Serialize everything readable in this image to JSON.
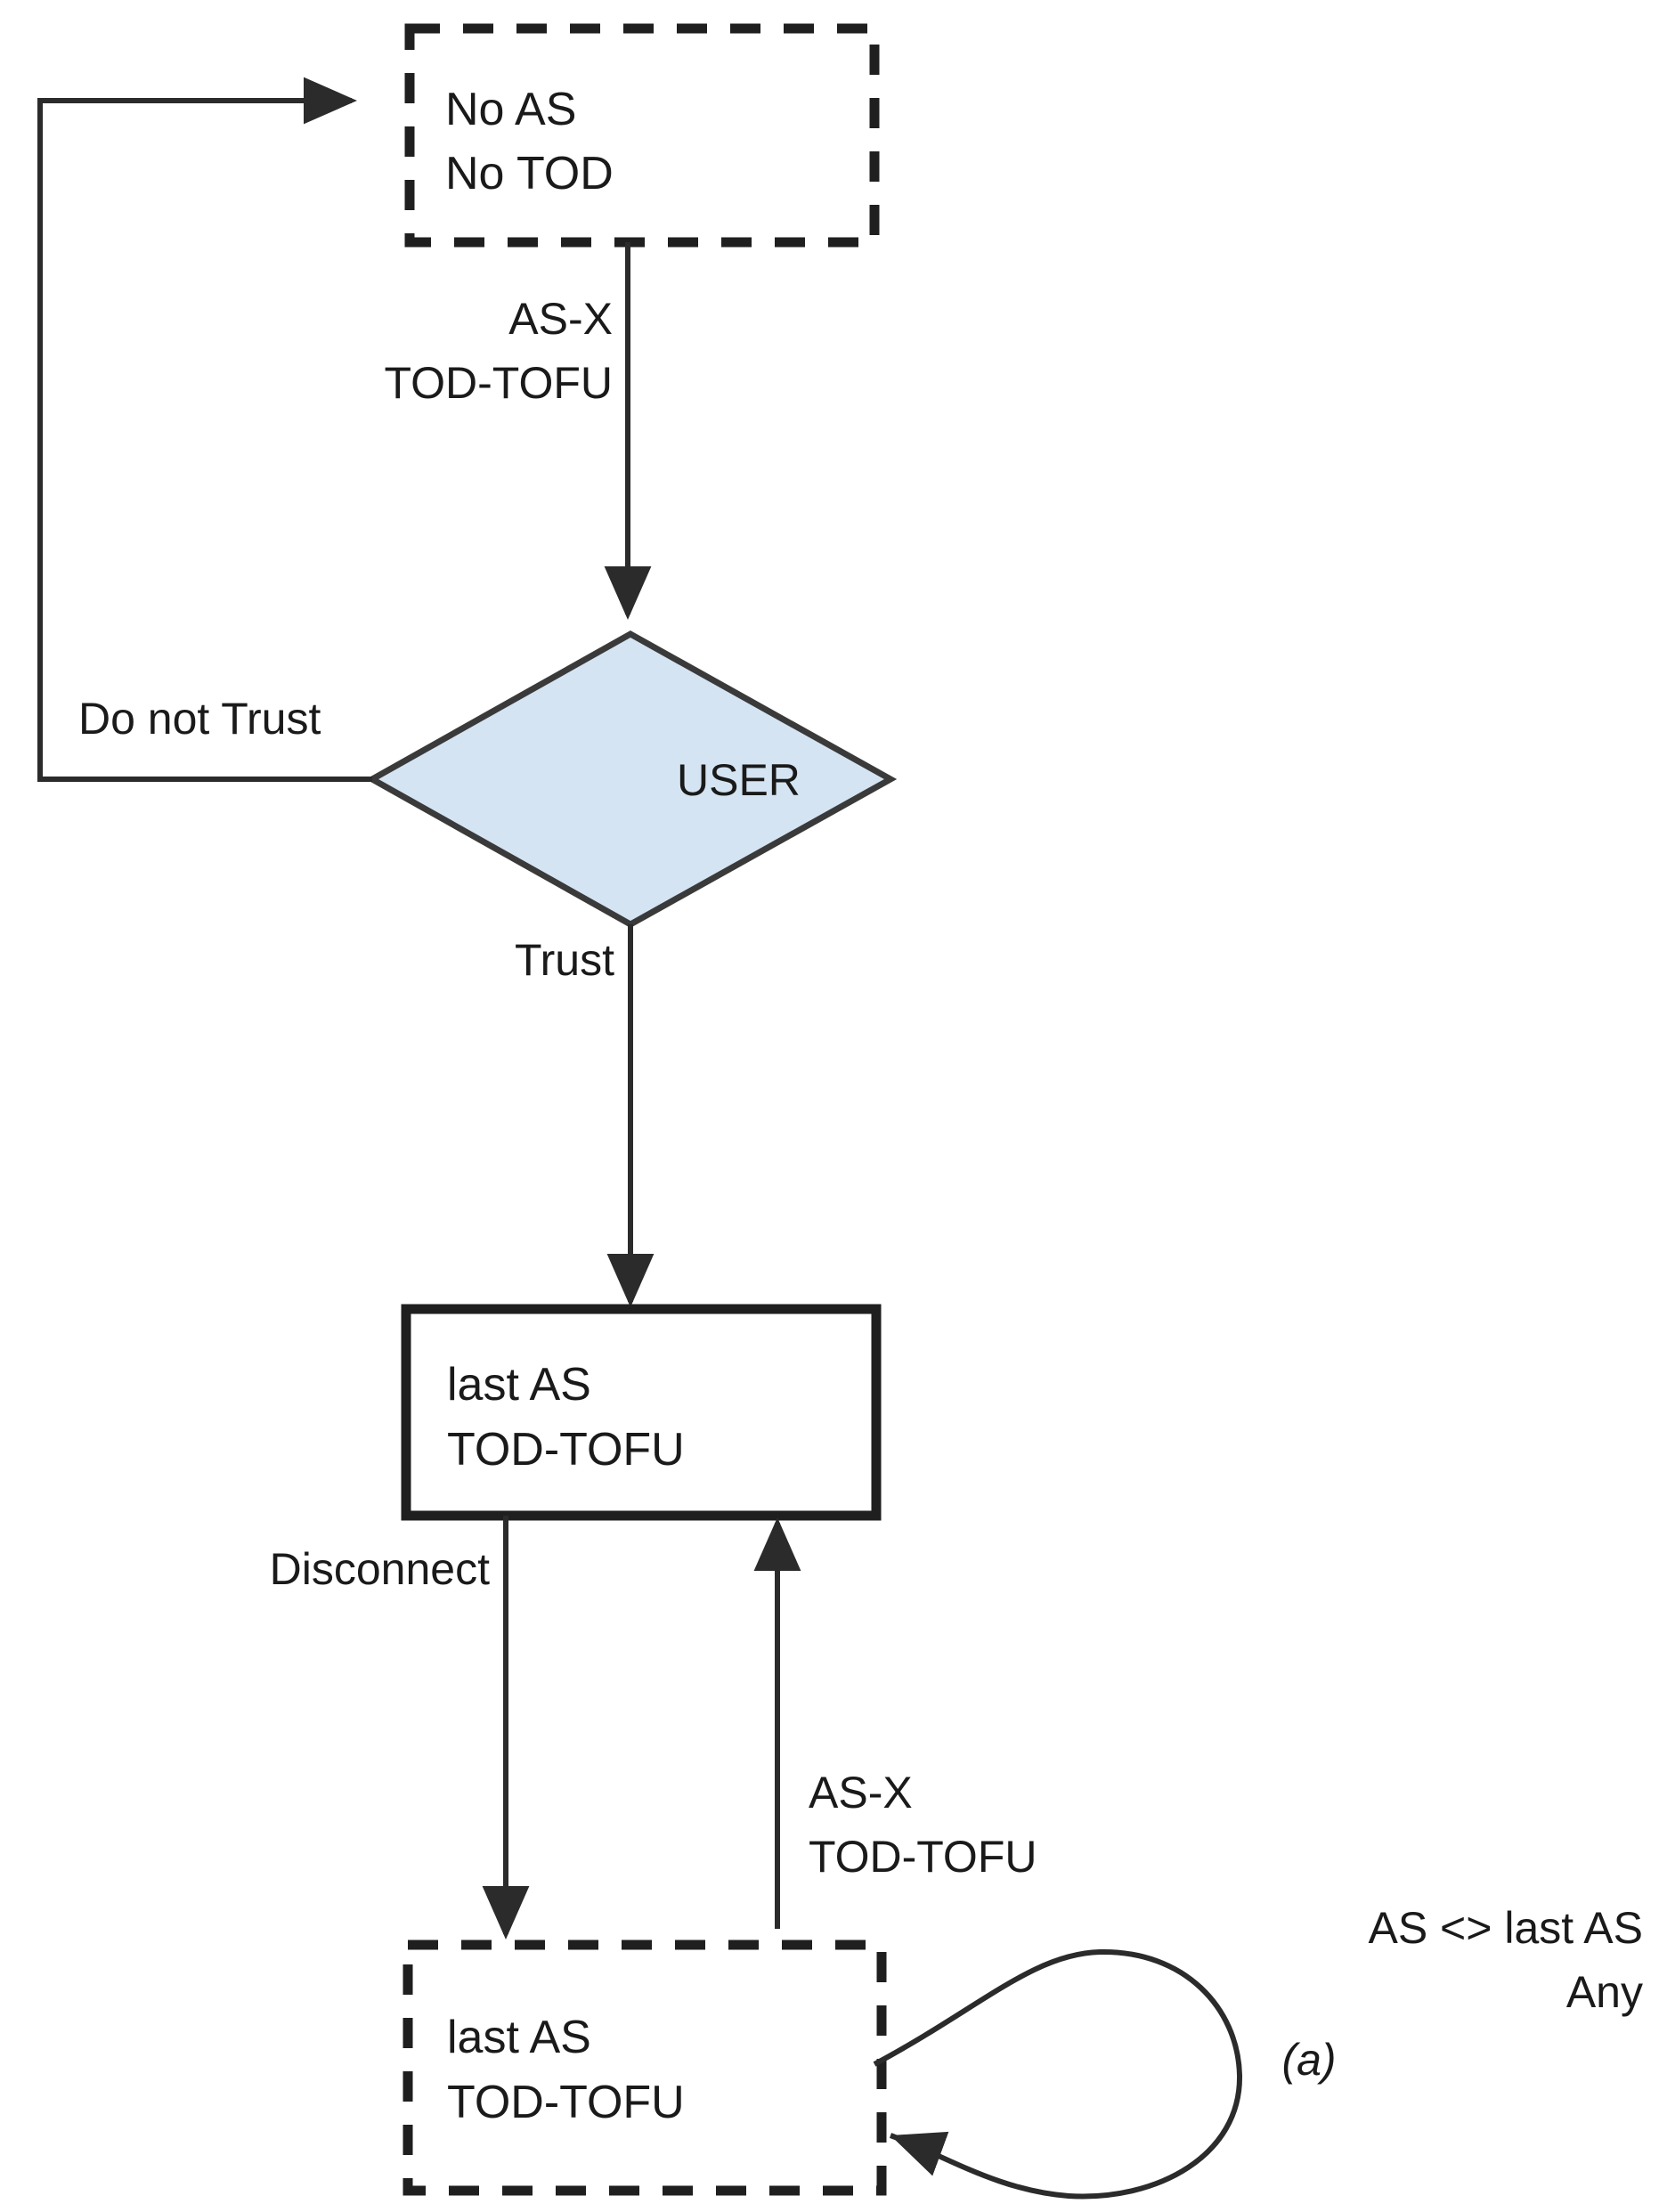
{
  "diagram": {
    "title": "AS / TOD trust state machine",
    "colors": {
      "stroke": "#2b2b2b",
      "decision_fill": "#d4e4f2",
      "decision_stroke": "#3a3a3a",
      "text": "#1a1a1a",
      "background": "#ffffff"
    },
    "nodes": [
      {
        "id": "no-as-no-tod",
        "shape": "dashed-rect",
        "lines": [
          "No AS",
          "No TOD"
        ]
      },
      {
        "id": "user-decision",
        "shape": "diamond",
        "lines": [
          "USER"
        ]
      },
      {
        "id": "last-as-tod-tofu-solid",
        "shape": "solid-rect",
        "lines": [
          "last AS",
          "TOD-TOFU"
        ]
      },
      {
        "id": "last-as-tod-tofu-dashed",
        "shape": "dashed-rect",
        "lines": [
          "last AS",
          "TOD-TOFU"
        ]
      }
    ],
    "edges": [
      {
        "id": "edge-start-to-user",
        "from": "no-as-no-tod",
        "to": "user-decision",
        "lines": [
          "AS-X",
          "TOD-TOFU"
        ]
      },
      {
        "id": "edge-user-do-not-trust",
        "from": "user-decision",
        "to": "no-as-no-tod",
        "lines": [
          "Do not Trust"
        ]
      },
      {
        "id": "edge-user-trust",
        "from": "user-decision",
        "to": "last-as-tod-tofu-solid",
        "lines": [
          "Trust"
        ]
      },
      {
        "id": "edge-disconnect",
        "from": "last-as-tod-tofu-solid",
        "to": "last-as-tod-tofu-dashed",
        "lines": [
          "Disconnect"
        ]
      },
      {
        "id": "edge-reconnect",
        "from": "last-as-tod-tofu-dashed",
        "to": "last-as-tod-tofu-solid",
        "lines": [
          "AS-X",
          "TOD-TOFU"
        ]
      },
      {
        "id": "edge-self-loop",
        "from": "last-as-tod-tofu-dashed",
        "to": "last-as-tod-tofu-dashed",
        "lines": [
          "AS <> last AS",
          "Any"
        ],
        "marker": "(a)"
      }
    ]
  },
  "labels": {
    "node1_line1": "No AS",
    "node1_line2": "No TOD",
    "node2_line1": "USER",
    "node3_line1": "last AS",
    "node3_line2": "TOD-TOFU",
    "node4_line1": "last AS",
    "node4_line2": "TOD-TOFU",
    "edge_asx_top": "AS-X",
    "edge_todtofu_top": "TOD-TOFU",
    "edge_do_not_trust": "Do not Trust",
    "edge_trust": "Trust",
    "edge_disconnect": "Disconnect",
    "edge_asx_bottom": "AS-X",
    "edge_todtofu_bottom": "TOD-TOFU",
    "loop_line1": "AS <> last AS",
    "loop_line2": "Any",
    "loop_marker": "(a)"
  }
}
